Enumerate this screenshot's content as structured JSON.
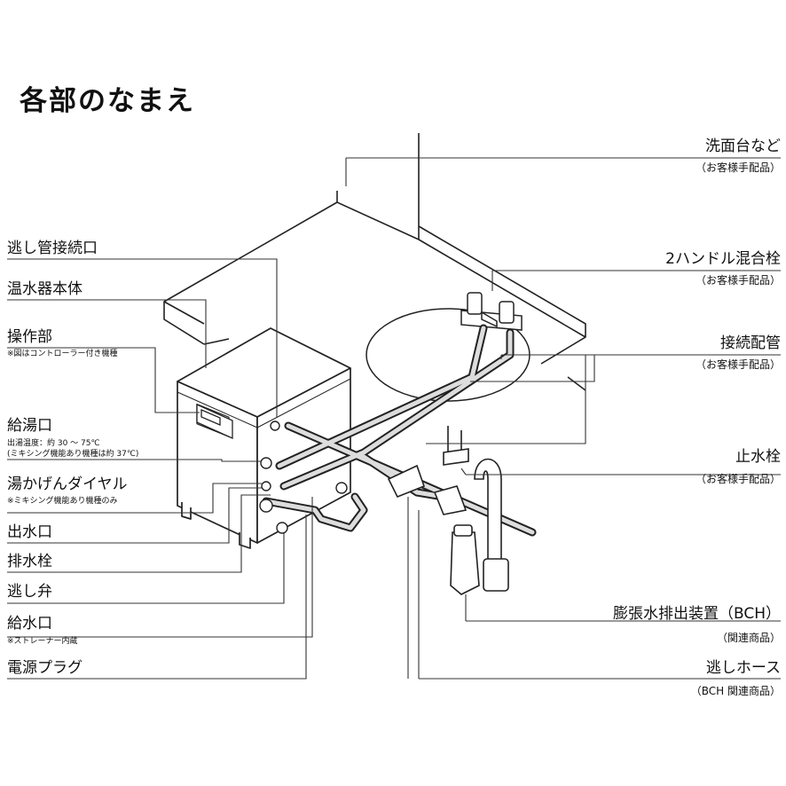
{
  "title": "各部のなまえ",
  "left_labels": [
    {
      "text": "逃し管接続口"
    },
    {
      "text": "温水器本体"
    },
    {
      "text": "操作部",
      "note": "※図はコントローラー付き機種"
    },
    {
      "text": "給湯口",
      "note": "出湯温度：約 30 ～ 75℃",
      "note2": "(ミキシング機能あり機種は約 37℃)"
    },
    {
      "text": "湯かげんダイヤル",
      "note": "※ミキシング機能あり機種のみ"
    },
    {
      "text": "出水口"
    },
    {
      "text": "排水栓"
    },
    {
      "text": "逃し弁"
    },
    {
      "text": "給水口",
      "note": "※ストレーナー内蔵"
    },
    {
      "text": "電源プラグ"
    }
  ],
  "right_labels": [
    {
      "text": "洗面台など",
      "sub": "（お客様手配品）"
    },
    {
      "text": "2ハンドル混合栓",
      "sub": "（お客様手配品）"
    },
    {
      "text": "接続配管",
      "sub": "（お客様手配品）"
    },
    {
      "text": "止水栓",
      "sub": "（お客様手配品）"
    },
    {
      "text": "膨張水排出装置（BCH）",
      "sub": "（関連商品）"
    },
    {
      "text": "逃しホース",
      "sub": "（BCH 関連商品）"
    }
  ]
}
